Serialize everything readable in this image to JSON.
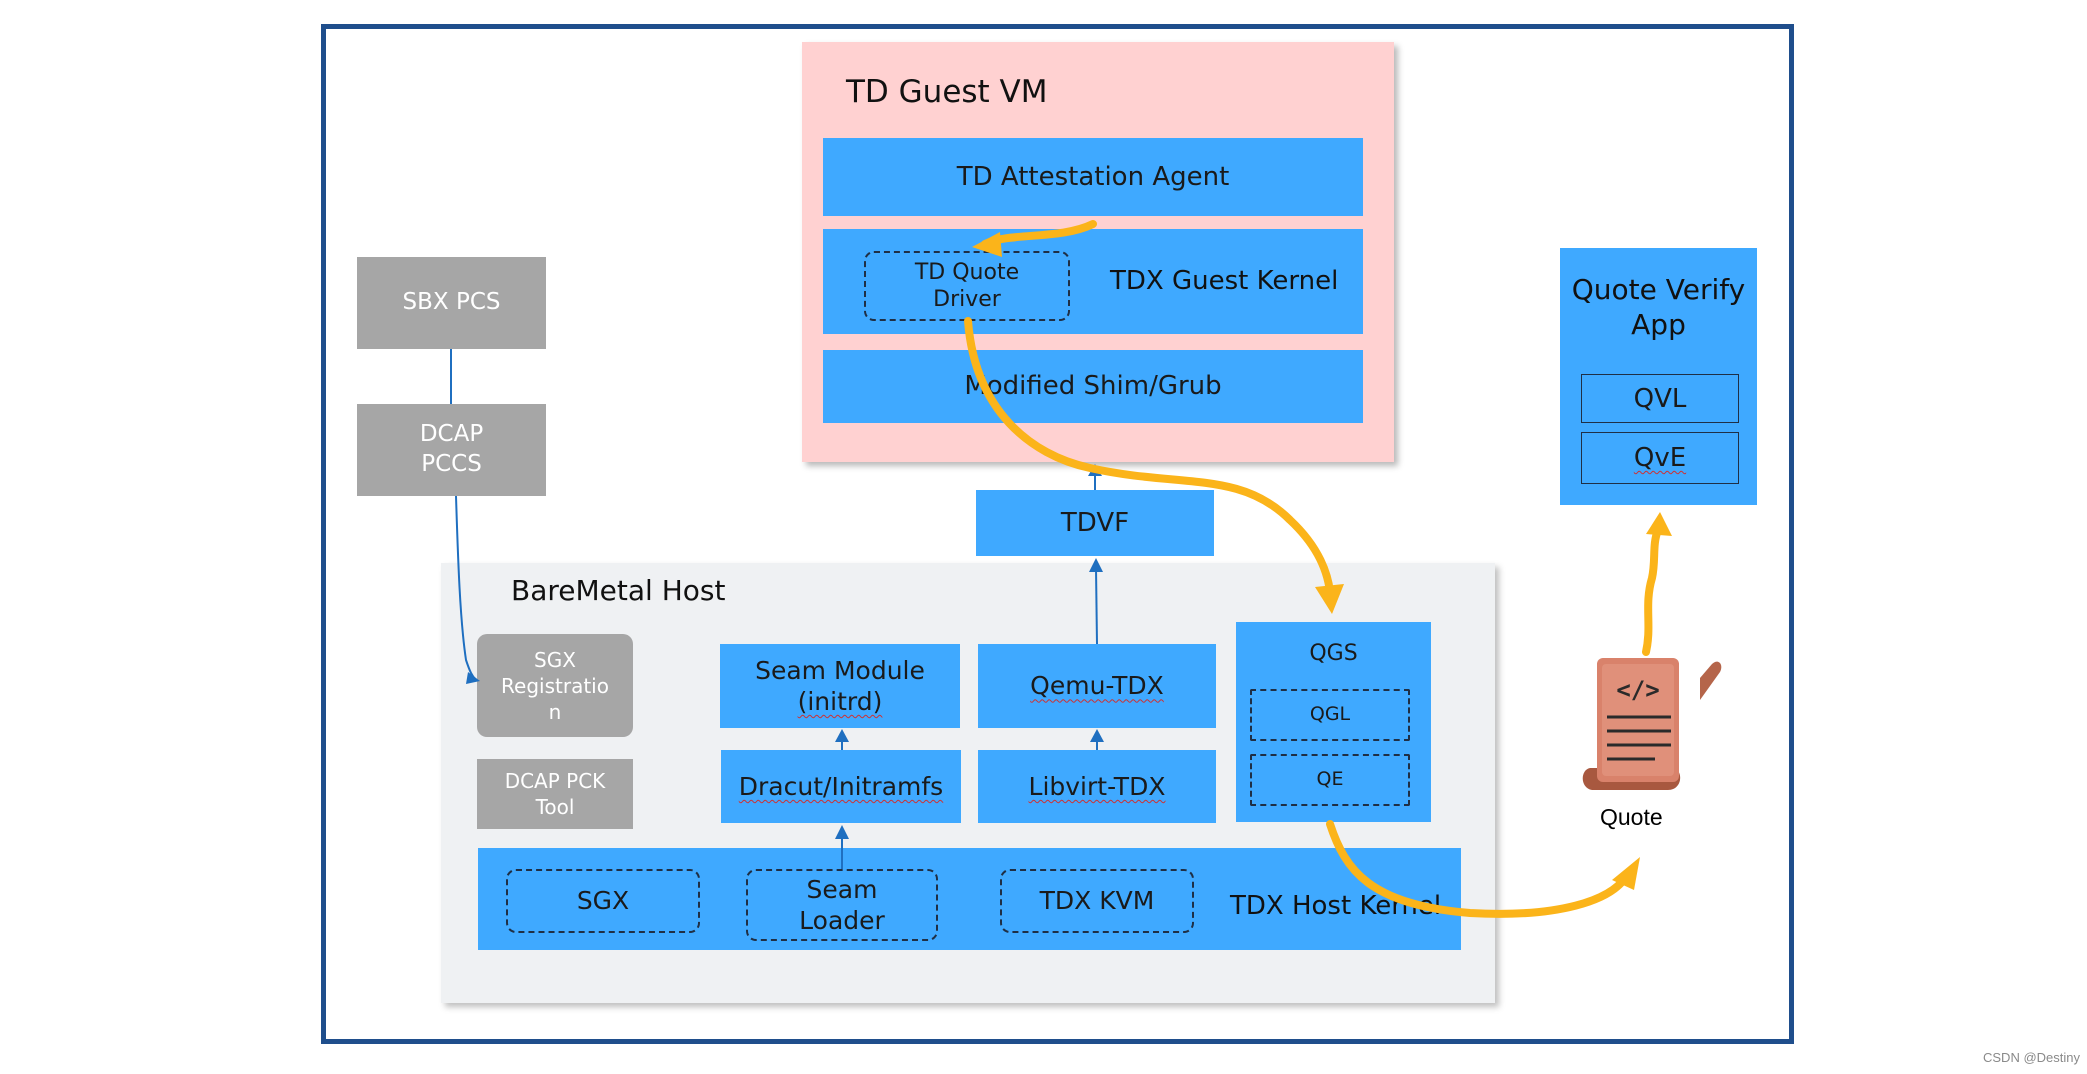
{
  "guest_vm": {
    "title": "TD Guest VM",
    "attestation_agent": "TD Attestation Agent",
    "guest_kernel": "TDX Guest  Kernel",
    "quote_driver_line1": "TD Quote",
    "quote_driver_line2": "Driver",
    "shim_grub": "Modified Shim/Grub"
  },
  "tdvf": "TDVF",
  "left_services": {
    "sbx_pcs": "SBX PCS",
    "dcap_pccs_line1": "DCAP",
    "dcap_pccs_line2": "PCCS"
  },
  "host": {
    "title": "BareMetal Host",
    "sgx_registration_line1": "SGX",
    "sgx_registration_line2": "Registratio",
    "sgx_registration_line3": "n",
    "dcap_pck_line1": "DCAP PCK",
    "dcap_pck_line2": "Tool",
    "seam_module_line1": "Seam Module",
    "seam_module_line2": "(initrd)",
    "dracut": "Dracut/Initramfs",
    "qemu": "Qemu-TDX",
    "libvirt": "Libvirt-TDX",
    "qgs": "QGS",
    "qgl": "QGL",
    "qe": "QE",
    "kernel": "TDX Host  Kernel",
    "sgx": "SGX",
    "seam_loader_line1": "Seam",
    "seam_loader_line2": "Loader",
    "tdx_kvm": "TDX KVM"
  },
  "quote_verify": {
    "title_line1": "Quote Verify",
    "title_line2": "App",
    "qvl": "QVL",
    "qve": "QvE"
  },
  "quote": {
    "label": "Quote",
    "icon": "code-document-icon"
  },
  "watermark": "CSDN @Destiny",
  "colors": {
    "frame": "#1f4e8c",
    "guest_background": "#ffd1d1",
    "component_blue": "#3fa9ff",
    "service_gray": "#a6a6a6",
    "flow_arrow": "#fbb41a",
    "connector": "#1f6fc0"
  }
}
